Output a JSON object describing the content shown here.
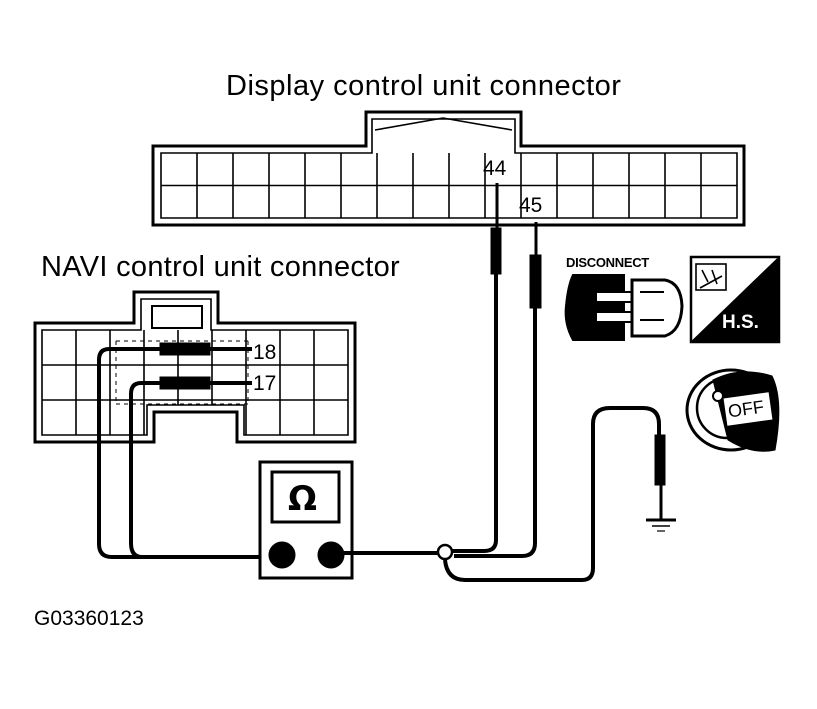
{
  "labels": {
    "display_connector": "Display control unit connector",
    "navi_connector": "NAVI control unit connector",
    "figure_code": "G03360123"
  },
  "pins": {
    "display_a": "44",
    "display_b": "45",
    "navi_a": "18",
    "navi_b": "17"
  },
  "icons": {
    "disconnect_text": "DISCONNECT",
    "hs_text": "H.S.",
    "ignition_text": "OFF",
    "meter_symbol": "Ω"
  }
}
